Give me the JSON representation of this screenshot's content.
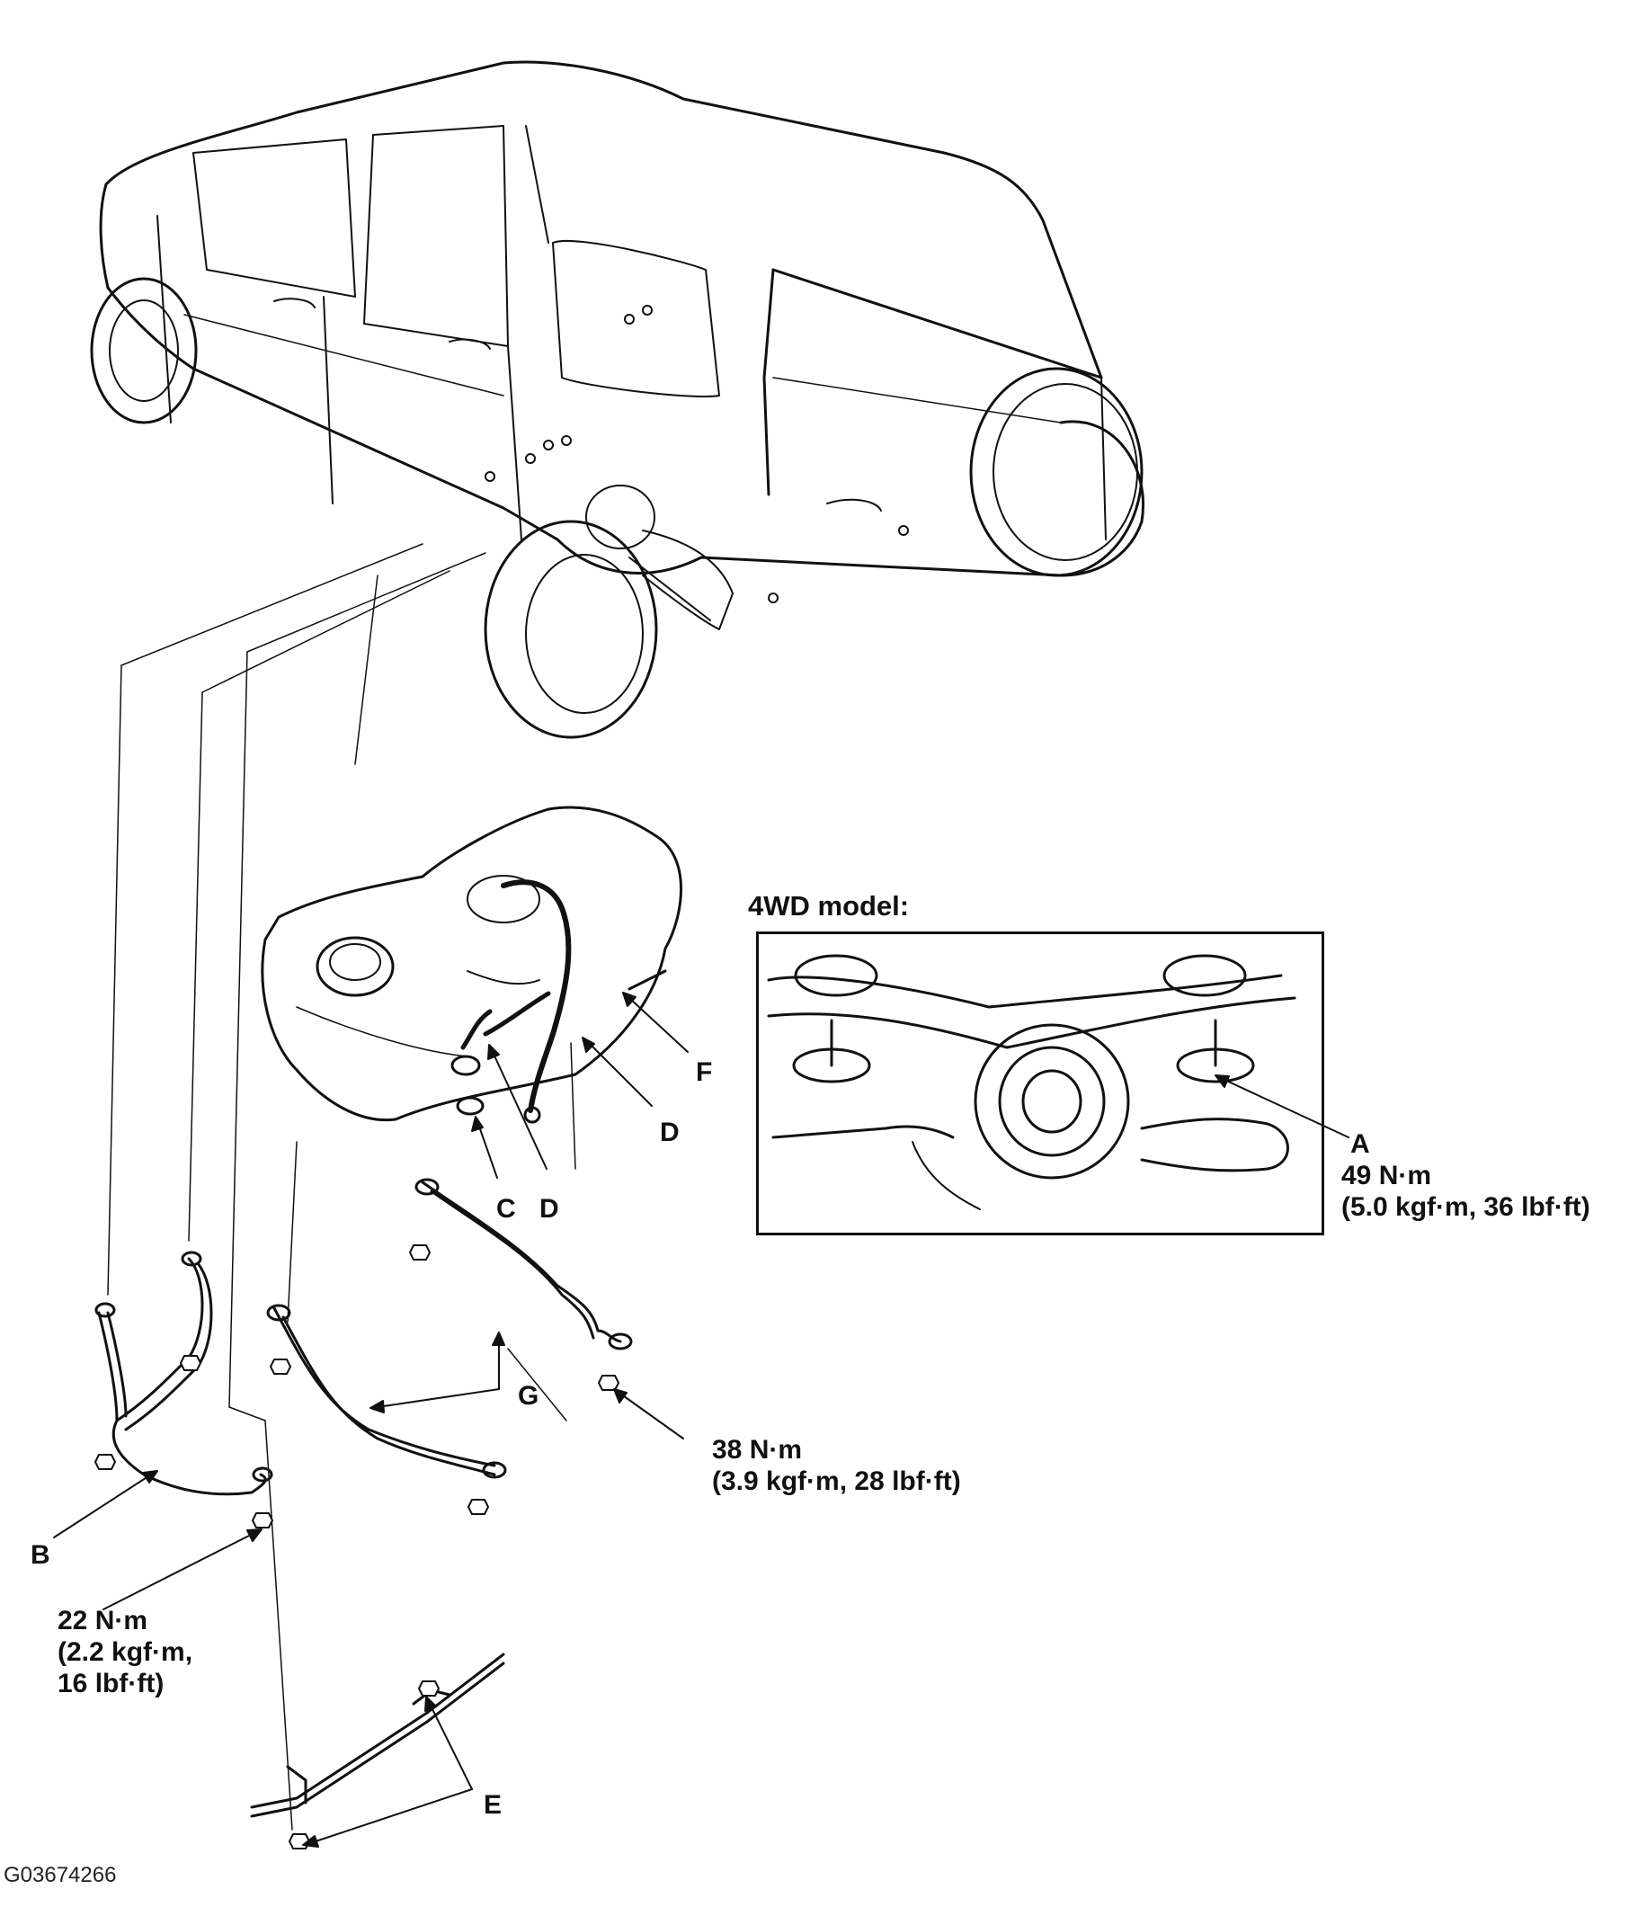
{
  "figure_id": "G03674266",
  "inset": {
    "title": "4WD model:",
    "callout_label": "A",
    "torque_lines": [
      "49 N·m",
      "(5.0 kgf·m, 36 lbf·ft)"
    ]
  },
  "part_labels": {
    "b": "B",
    "c": "C",
    "d_left": "D",
    "d_right": "D",
    "e": "E",
    "f": "F",
    "g": "G"
  },
  "torque_specs": {
    "strap_bolts": [
      "38 N·m",
      "(3.9 kgf·m, 28 lbf·ft)"
    ],
    "bracket_bolts": [
      "22 N·m",
      "(2.2 kgf·m,",
      "16 lbf·ft)"
    ]
  },
  "colors": {
    "line": "#111111",
    "background": "#ffffff"
  }
}
